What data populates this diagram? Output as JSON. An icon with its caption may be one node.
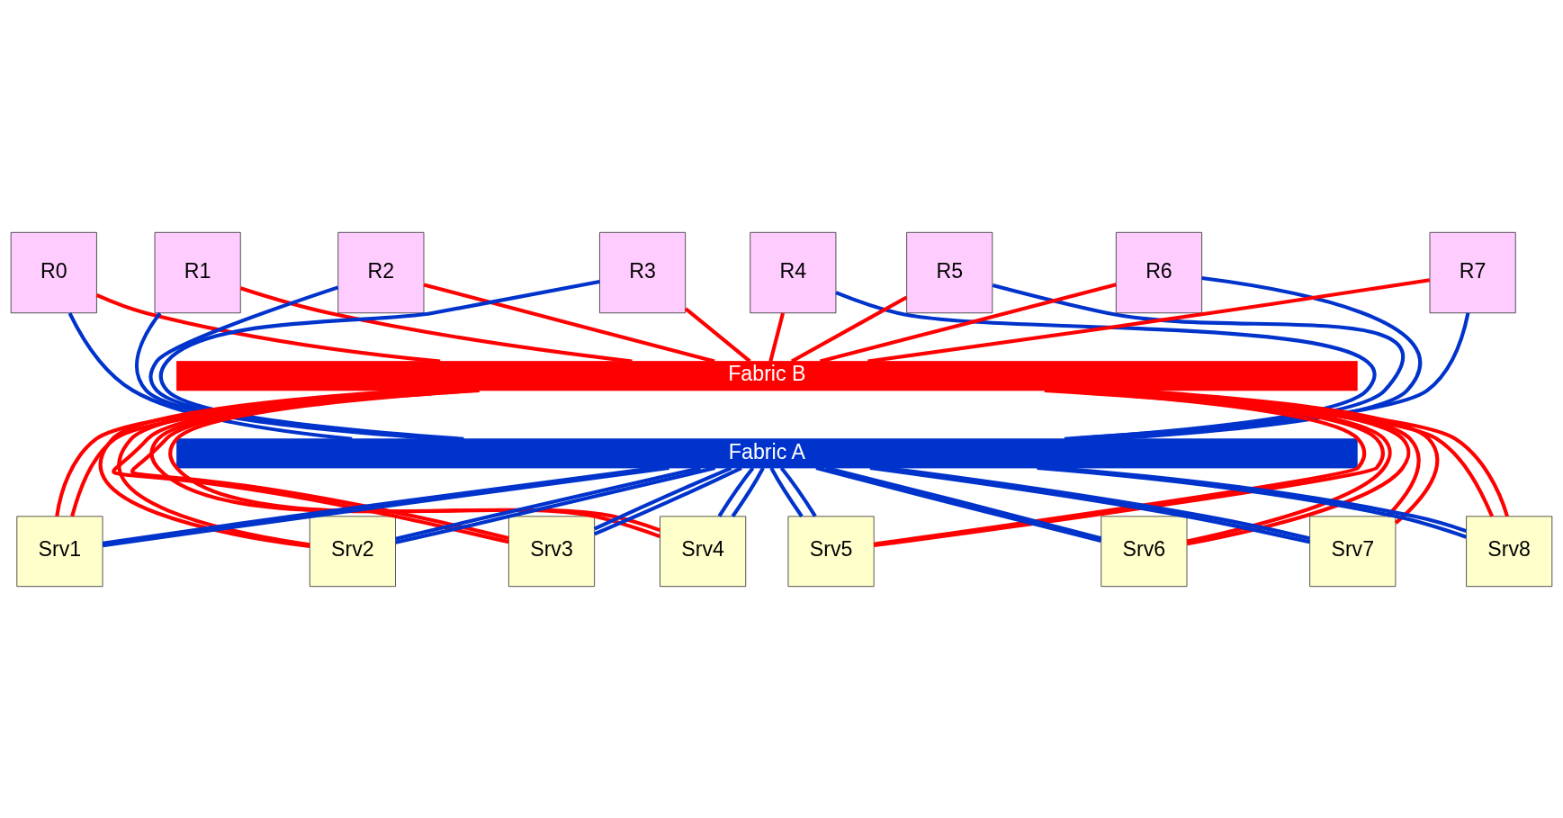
{
  "diagram": {
    "nodes": [
      {
        "text": [
          "R0"
        ]
      },
      {
        "text": [
          "R1"
        ]
      },
      {
        "text": [
          "R2"
        ]
      },
      {
        "text": [
          "R3"
        ]
      },
      {
        "text": [
          "R4"
        ]
      },
      {
        "text": [
          "R5"
        ]
      },
      {
        "text": [
          "R6"
        ]
      },
      {
        "text": [
          "R7"
        ]
      },
      {
        "text": [
          "Fabric B"
        ]
      },
      {
        "text": [
          "Fabric A"
        ]
      },
      {
        "text": [
          "Srv1"
        ]
      },
      {
        "text": [
          "Srv2"
        ]
      },
      {
        "text": [
          "Srv3"
        ]
      },
      {
        "text": [
          "Srv4"
        ]
      },
      {
        "text": [
          "Srv5"
        ]
      },
      {
        "text": [
          "Srv6"
        ]
      },
      {
        "text": [
          "Srv7"
        ]
      },
      {
        "text": [
          "Srv8"
        ]
      }
    ],
    "edges": [
      {
        "from": 0,
        "to": 8,
        "arrow": "none",
        "color": "#ff0000"
      },
      {
        "from": 0,
        "to": 9,
        "arrow": "none",
        "color": "#0033cc"
      },
      {
        "from": 1,
        "to": 8,
        "arrow": "none",
        "color": "#ff0000"
      },
      {
        "from": 1,
        "to": 9,
        "arrow": "none",
        "color": "#0033cc"
      },
      {
        "from": 2,
        "to": 8,
        "arrow": "none",
        "color": "#ff0000"
      },
      {
        "from": 2,
        "to": 9,
        "arrow": "none",
        "color": "#0033cc"
      },
      {
        "from": 3,
        "to": 8,
        "arrow": "none",
        "color": "#ff0000"
      },
      {
        "from": 3,
        "to": 9,
        "arrow": "none",
        "color": "#0033cc"
      },
      {
        "from": 4,
        "to": 8,
        "arrow": "none",
        "color": "#ff0000"
      },
      {
        "from": 4,
        "to": 9,
        "arrow": "none",
        "color": "#0033cc"
      },
      {
        "from": 5,
        "to": 8,
        "arrow": "none",
        "color": "#ff0000"
      },
      {
        "from": 5,
        "to": 9,
        "arrow": "none",
        "color": "#0033cc"
      },
      {
        "from": 6,
        "to": 8,
        "arrow": "none",
        "color": "#ff0000"
      },
      {
        "from": 6,
        "to": 9,
        "arrow": "none",
        "color": "#0033cc"
      },
      {
        "from": 7,
        "to": 8,
        "arrow": "none",
        "color": "#ff0000"
      },
      {
        "from": 7,
        "to": 9,
        "arrow": "none",
        "color": "#0033cc"
      },
      {
        "from": 9,
        "to": 10,
        "arrow": "none",
        "color": "#0033cc"
      },
      {
        "from": 9,
        "to": 10,
        "arrow": "none",
        "color": "#0033cc"
      },
      {
        "from": 8,
        "to": 10,
        "arrow": "none",
        "color": "#ff0000"
      },
      {
        "from": 8,
        "to": 10,
        "arrow": "none",
        "color": "#ff0000"
      },
      {
        "from": 9,
        "to": 11,
        "arrow": "none",
        "color": "#0033cc"
      },
      {
        "from": 9,
        "to": 11,
        "arrow": "none",
        "color": "#0033cc"
      },
      {
        "from": 8,
        "to": 11,
        "arrow": "none",
        "color": "#ff0000"
      },
      {
        "from": 8,
        "to": 11,
        "arrow": "none",
        "color": "#ff0000"
      },
      {
        "from": 9,
        "to": 12,
        "arrow": "none",
        "color": "#0033cc"
      },
      {
        "from": 9,
        "to": 12,
        "arrow": "none",
        "color": "#0033cc"
      },
      {
        "from": 8,
        "to": 12,
        "arrow": "none",
        "color": "#ff0000"
      },
      {
        "from": 8,
        "to": 12,
        "arrow": "none",
        "color": "#ff0000"
      },
      {
        "from": 9,
        "to": 13,
        "arrow": "none",
        "color": "#0033cc"
      },
      {
        "from": 9,
        "to": 13,
        "arrow": "none",
        "color": "#0033cc"
      },
      {
        "from": 8,
        "to": 13,
        "arrow": "none",
        "color": "#ff0000"
      },
      {
        "from": 8,
        "to": 13,
        "arrow": "none",
        "color": "#ff0000"
      },
      {
        "from": 9,
        "to": 14,
        "arrow": "none",
        "color": "#0033cc"
      },
      {
        "from": 9,
        "to": 14,
        "arrow": "none",
        "color": "#0033cc"
      },
      {
        "from": 8,
        "to": 14,
        "arrow": "none",
        "color": "#ff0000"
      },
      {
        "from": 8,
        "to": 14,
        "arrow": "none",
        "color": "#ff0000"
      },
      {
        "from": 9,
        "to": 15,
        "arrow": "none",
        "color": "#0033cc"
      },
      {
        "from": 9,
        "to": 15,
        "arrow": "none",
        "color": "#0033cc"
      },
      {
        "from": 8,
        "to": 15,
        "arrow": "none",
        "color": "#ff0000"
      },
      {
        "from": 8,
        "to": 15,
        "arrow": "none",
        "color": "#ff0000"
      },
      {
        "from": 9,
        "to": 16,
        "arrow": "none",
        "color": "#0033cc"
      },
      {
        "from": 9,
        "to": 16,
        "arrow": "none",
        "color": "#0033cc"
      },
      {
        "from": 8,
        "to": 16,
        "arrow": "none",
        "color": "#ff0000"
      },
      {
        "from": 8,
        "to": 16,
        "arrow": "none",
        "color": "#ff0000"
      },
      {
        "from": 9,
        "to": 17,
        "arrow": "none",
        "color": "#0033cc"
      },
      {
        "from": 9,
        "to": 17,
        "arrow": "none",
        "color": "#0033cc"
      },
      {
        "from": 8,
        "to": 17,
        "arrow": "none",
        "color": "#ff0000"
      },
      {
        "from": 8,
        "to": 17,
        "arrow": "none",
        "color": "#ff0000"
      }
    ]
  }
}
